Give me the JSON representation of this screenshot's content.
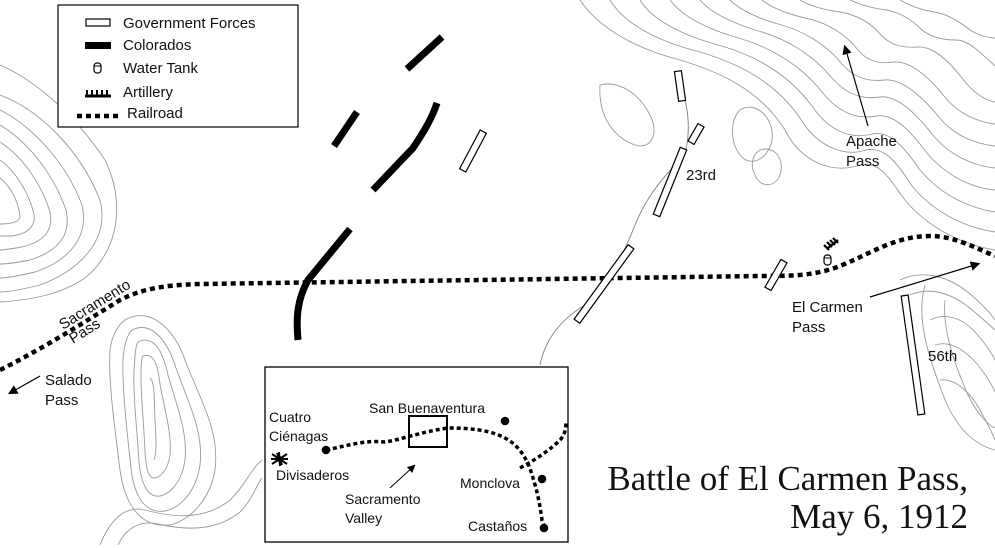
{
  "title": {
    "line1": "Battle of El Carmen Pass,",
    "line2": "May 6, 1912"
  },
  "legend": {
    "government": "Government Forces",
    "colorados": "Colorados",
    "water_tank": "Water Tank",
    "artillery": "Artillery",
    "railroad": "Railroad"
  },
  "labels": {
    "sacramento_pass_1": "Sacramento",
    "sacramento_pass_2": "Pass",
    "salado_pass_1": "Salado",
    "salado_pass_2": "Pass",
    "apache_pass_1": "Apache",
    "apache_pass_2": "Pass",
    "el_carmen_pass_1": "El Carmen",
    "el_carmen_pass_2": "Pass",
    "unit_23rd": "23rd",
    "unit_56th": "56th"
  },
  "inset": {
    "cuatro_1": "Cuatro",
    "cuatro_2": "Ciénagas",
    "san_buenaventura": "San Buenaventura",
    "divisaderos": "Divisaderos",
    "sacramento_valley_1": "Sacramento",
    "sacramento_valley_2": "Valley",
    "monclova": "Monclova",
    "castanos": "Castaños"
  },
  "colors": {
    "line": "#000000",
    "contour": "#9a9a9a",
    "background": "#ffffff"
  }
}
